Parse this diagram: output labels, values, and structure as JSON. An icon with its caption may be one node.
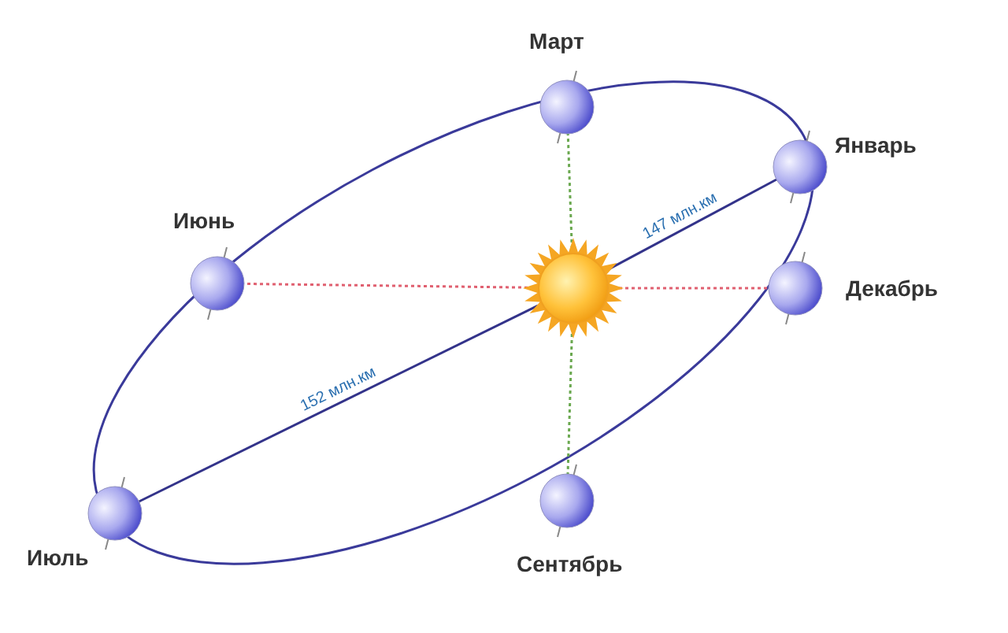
{
  "diagram": {
    "nodes": [
      {
        "text": [
          "Март"
        ]
      },
      {
        "text": [
          "Январь"
        ]
      },
      {
        "text": [
          "Июнь"
        ]
      },
      {
        "text": [],
        "shape": "picture"
      },
      {
        "text": [
          "Декабрь"
        ]
      },
      {
        "text": [
          "Июль"
        ]
      },
      {
        "text": [
          "Сентябрь"
        ]
      }
    ],
    "edges": [
      {
        "from": 3,
        "to": 0,
        "arrow": "none",
        "style": "dashed",
        "color": "#6aa84f"
      },
      {
        "from": 3,
        "to": 1,
        "arrow": "none",
        "label": "147 млн.км",
        "color": "#33338a"
      },
      {
        "from": 3,
        "to": 2,
        "arrow": "none",
        "style": "dashed",
        "color": "#e06070"
      },
      {
        "from": 3,
        "to": 4,
        "arrow": "none",
        "style": "dashed",
        "color": "#e06070"
      },
      {
        "from": 3,
        "to": 5,
        "arrow": "none",
        "label": "152 млн.км",
        "color": "#33338a"
      },
      {
        "from": 3,
        "to": 6,
        "arrow": "none",
        "style": "dashed",
        "color": "#6aa84f"
      }
    ]
  }
}
